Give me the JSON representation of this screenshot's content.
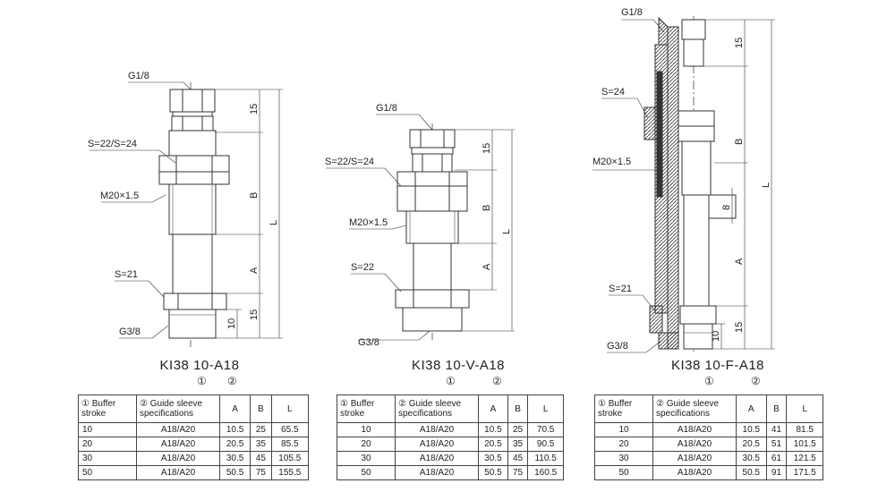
{
  "drawings": [
    {
      "callouts": [
        "G1/8",
        "S=22/S=24",
        "M20×1.5",
        "S=21",
        "G3/8"
      ],
      "dims": [
        "15",
        "B",
        "L",
        "A",
        "15",
        "10"
      ],
      "title": "KI38 10-A18",
      "marks": [
        "①",
        "②"
      ]
    },
    {
      "callouts": [
        "G1/8",
        "S=22/S=24",
        "M20×1.5",
        "S=22",
        "G3/8"
      ],
      "dims": [
        "15",
        "B",
        "L",
        "A"
      ],
      "title": "KI38 10-V-A18",
      "marks": [
        "①",
        "②"
      ]
    },
    {
      "callouts": [
        "G1/8",
        "S=24",
        "M20×1.5",
        "S=21",
        "G3/8"
      ],
      "dims": [
        "15",
        "B",
        "L",
        "8",
        "A",
        "15",
        "10"
      ],
      "title": "KI38 10-F-A18",
      "marks": [
        "①",
        "②"
      ]
    }
  ],
  "tables": [
    {
      "headers": [
        "① Buffer stroke",
        "② Guide sleeve specifications",
        "A",
        "B",
        "L"
      ],
      "rows": [
        [
          "10",
          "A18/A20",
          "10.5",
          "25",
          "65.5"
        ],
        [
          "20",
          "A18/A20",
          "20.5",
          "35",
          "85.5"
        ],
        [
          "30",
          "A18/A20",
          "30.5",
          "45",
          "105.5"
        ],
        [
          "50",
          "A18/A20",
          "50.5",
          "75",
          "155.5"
        ]
      ]
    },
    {
      "headers": [
        "① Buffer stroke",
        "② Guide sleeve specifications",
        "A",
        "B",
        "L"
      ],
      "rows": [
        [
          "10",
          "A18/A20",
          "10.5",
          "25",
          "70.5"
        ],
        [
          "20",
          "A18/A20",
          "20.5",
          "35",
          "90.5"
        ],
        [
          "30",
          "A18/A20",
          "30.5",
          "45",
          "110.5"
        ],
        [
          "50",
          "A18/A20",
          "50.5",
          "75",
          "160.5"
        ]
      ]
    },
    {
      "headers": [
        "① Buffer stroke",
        "② Guide sleeve specifications",
        "A",
        "B",
        "L"
      ],
      "rows": [
        [
          "10",
          "A18/A20",
          "10.5",
          "41",
          "81.5"
        ],
        [
          "20",
          "A18/A20",
          "20.5",
          "51",
          "101.5"
        ],
        [
          "30",
          "A18/A20",
          "30.5",
          "61",
          "121.5"
        ],
        [
          "50",
          "A18/A20",
          "50.5",
          "91",
          "171.5"
        ]
      ]
    }
  ]
}
